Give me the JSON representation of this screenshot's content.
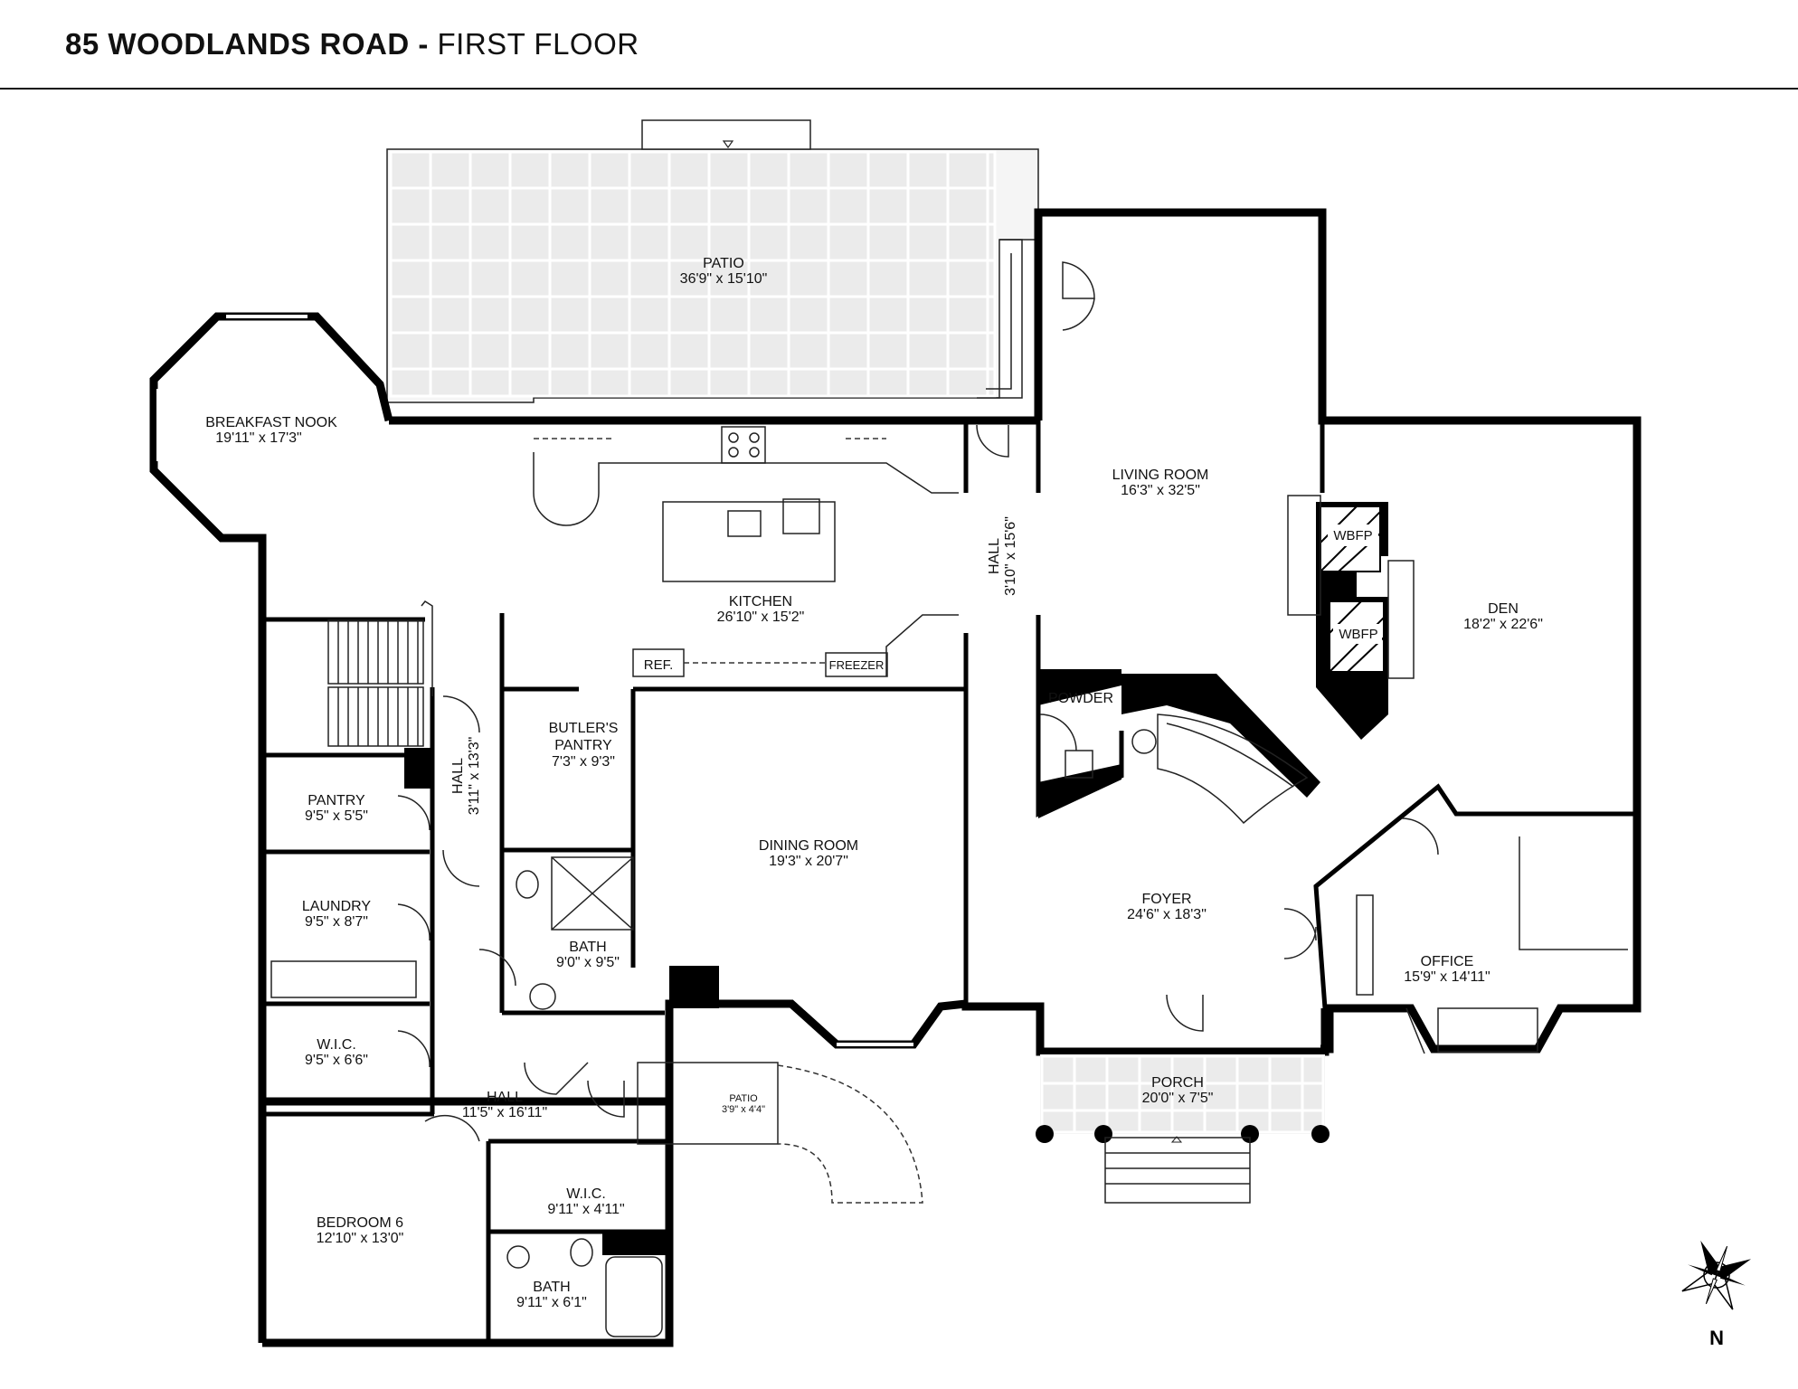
{
  "title": {
    "address": "85 WOODLANDS ROAD -",
    "floor": "FIRST FLOOR"
  },
  "rooms": {
    "patio": {
      "name": "PATIO",
      "dims": "36'9\" x 15'10\""
    },
    "breakfast_nook": {
      "name": "BREAKFAST NOOK",
      "dims": "19'11\" x 17'3\""
    },
    "living_room": {
      "name": "LIVING ROOM",
      "dims": "16'3\" x 32'5\""
    },
    "kitchen": {
      "name": "KITCHEN",
      "dims": "26'10\" x 15'2\""
    },
    "hall_main": {
      "name": "HALL",
      "dims": "3'10\" x 15'6\""
    },
    "den": {
      "name": "DEN",
      "dims": "18'2\" x 22'6\""
    },
    "butlers_pantry": {
      "name1": "BUTLER'S",
      "name2": "PANTRY",
      "dims": "7'3\" x 9'3\""
    },
    "powder": {
      "name": "POWDER"
    },
    "pantry": {
      "name": "PANTRY",
      "dims": "9'5\" x 5'5\""
    },
    "hall_west": {
      "name": "HALL",
      "dims": "3'11\" x 13'3\""
    },
    "dining_room": {
      "name": "DINING ROOM",
      "dims": "19'3\" x 20'7\""
    },
    "laundry": {
      "name": "LAUNDRY",
      "dims": "9'5\" x 8'7\""
    },
    "bath1": {
      "name": "BATH",
      "dims": "9'0\" x 9'5\""
    },
    "foyer": {
      "name": "FOYER",
      "dims": "24'6\" x 18'3\""
    },
    "office": {
      "name": "OFFICE",
      "dims": "15'9\" x 14'11\""
    },
    "wic1": {
      "name": "W.I.C.",
      "dims": "9'5\" x 6'6\""
    },
    "hall_south": {
      "name": "HALL",
      "dims": "11'5\" x 16'11\""
    },
    "patio_small": {
      "name": "PATIO",
      "dims": "3'9\" x 4'4\""
    },
    "porch": {
      "name": "PORCH",
      "dims": "20'0\" x 7'5\""
    },
    "bedroom6": {
      "name": "BEDROOM 6",
      "dims": "12'10\" x 13'0\""
    },
    "wic2": {
      "name": "W.I.C.",
      "dims": "9'11\" x 4'11\""
    },
    "bath2": {
      "name": "BATH",
      "dims": "9'11\" x 6'1\""
    }
  },
  "fixtures": {
    "ref": "REF.",
    "freezer": "FREEZER",
    "wbfp1": "WBFP",
    "wbfp2": "WBFP"
  },
  "compass": {
    "label": "N"
  }
}
